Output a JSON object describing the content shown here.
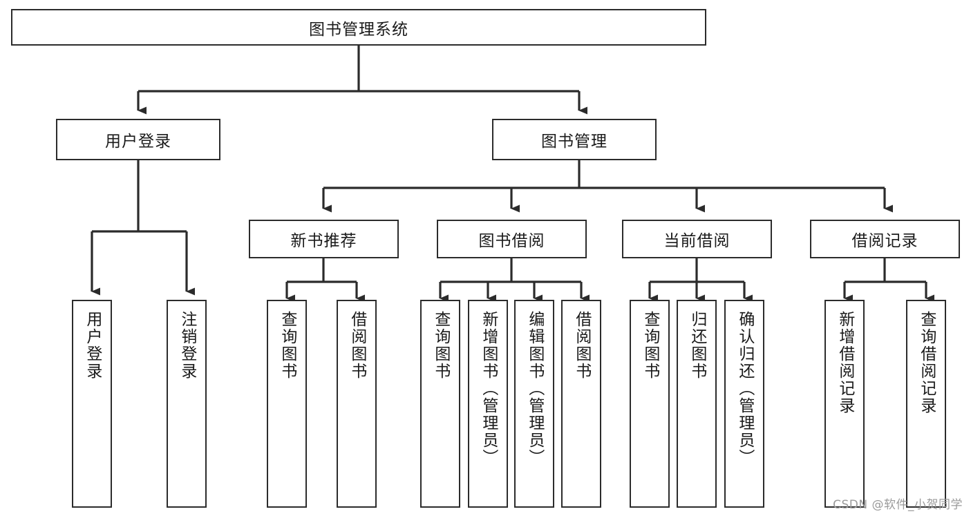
{
  "diagram": {
    "title": "图书管理系统",
    "type": "tree",
    "watermark": "CSDN @软件_小贺同学",
    "colors": {
      "background": "#ffffff",
      "box_border": "#2b2b2b",
      "box_fill": "#ffffff",
      "connector": "#2b2b2b",
      "text": "#1a1a1a",
      "watermark_text": "#9a9a9a"
    },
    "root": {
      "label": "图书管理系统"
    },
    "level2": [
      {
        "label": "用户登录"
      },
      {
        "label": "图书管理"
      }
    ],
    "level3": [
      {
        "label": "新书推荐"
      },
      {
        "label": "图书借阅"
      },
      {
        "label": "当前借阅"
      },
      {
        "label": "借阅记录"
      }
    ],
    "leaves": {
      "user_login": [
        {
          "label": "用户登录"
        },
        {
          "label": "注销登录"
        }
      ],
      "new_book_recommend": [
        {
          "label": "查询图书"
        },
        {
          "label": "借阅图书"
        }
      ],
      "book_borrow": [
        {
          "label": "查询图书"
        },
        {
          "label": "新增图书（管理员）"
        },
        {
          "label": "编辑图书（管理员）"
        },
        {
          "label": "借阅图书"
        }
      ],
      "current_borrow": [
        {
          "label": "查询图书"
        },
        {
          "label": "归还图书"
        },
        {
          "label": "确认归还（管理员）"
        }
      ],
      "borrow_record": [
        {
          "label": "新增借阅记录"
        },
        {
          "label": "查询借阅记录"
        }
      ]
    }
  }
}
